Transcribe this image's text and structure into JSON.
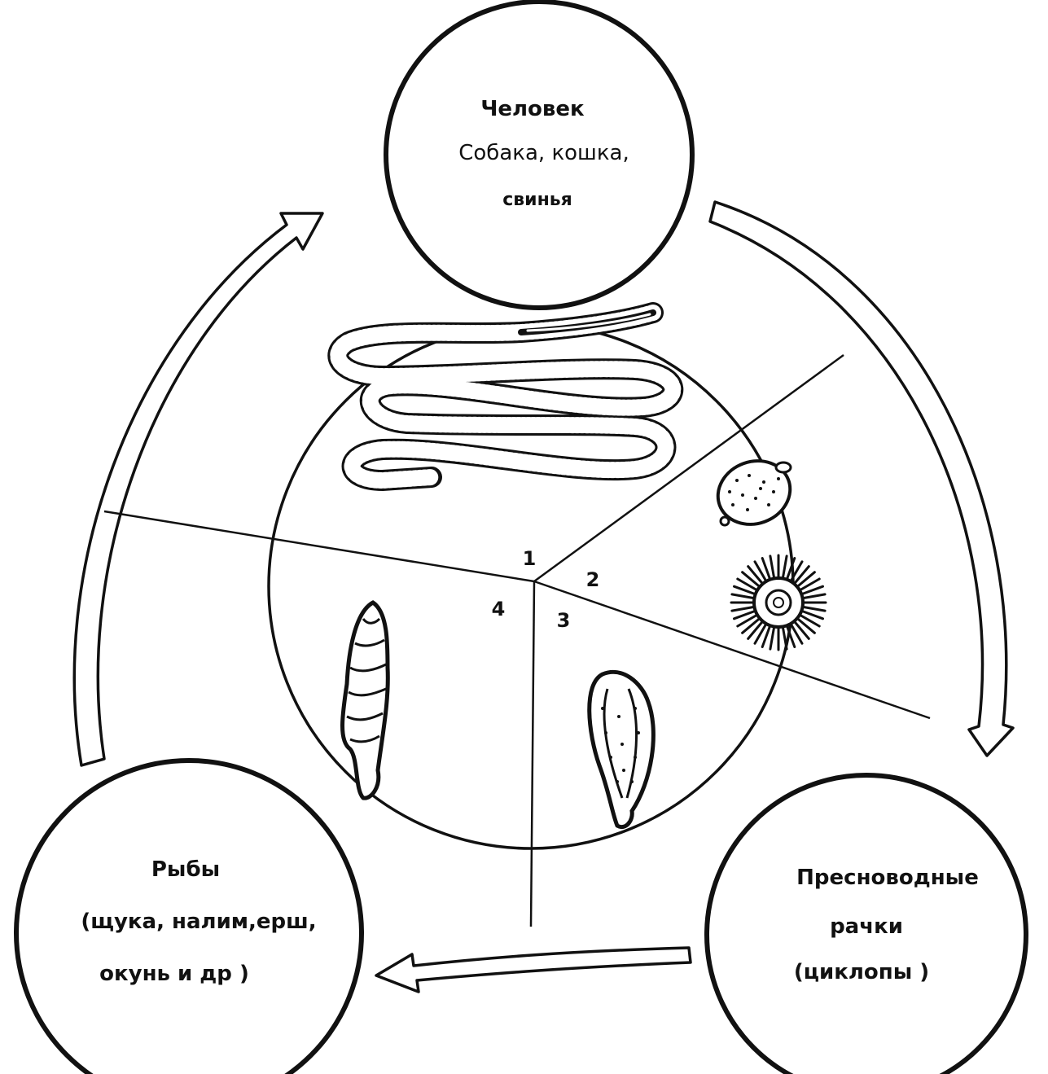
{
  "hosts": {
    "definitive": {
      "line1": "Человек",
      "line2": "Собака, кошка,",
      "line3": "свинья"
    },
    "first_intermediate": {
      "line1": "Пресноводные",
      "line2": "рачки",
      "line3": "(циклопы )"
    },
    "second_intermediate": {
      "line1": "Рыбы",
      "line2": "(щука, налим,ерш,",
      "line3": "окунь и др )"
    }
  },
  "stages": {
    "sector_1": "1",
    "sector_2": "2",
    "sector_3": "3",
    "sector_4": "4"
  },
  "icons": {
    "adult": "tapeworm-icon",
    "egg": "egg-icon",
    "coracidium": "coracidium-icon",
    "procercoid": "procercoid-icon",
    "plerocercoid": "plerocercoid-icon"
  }
}
